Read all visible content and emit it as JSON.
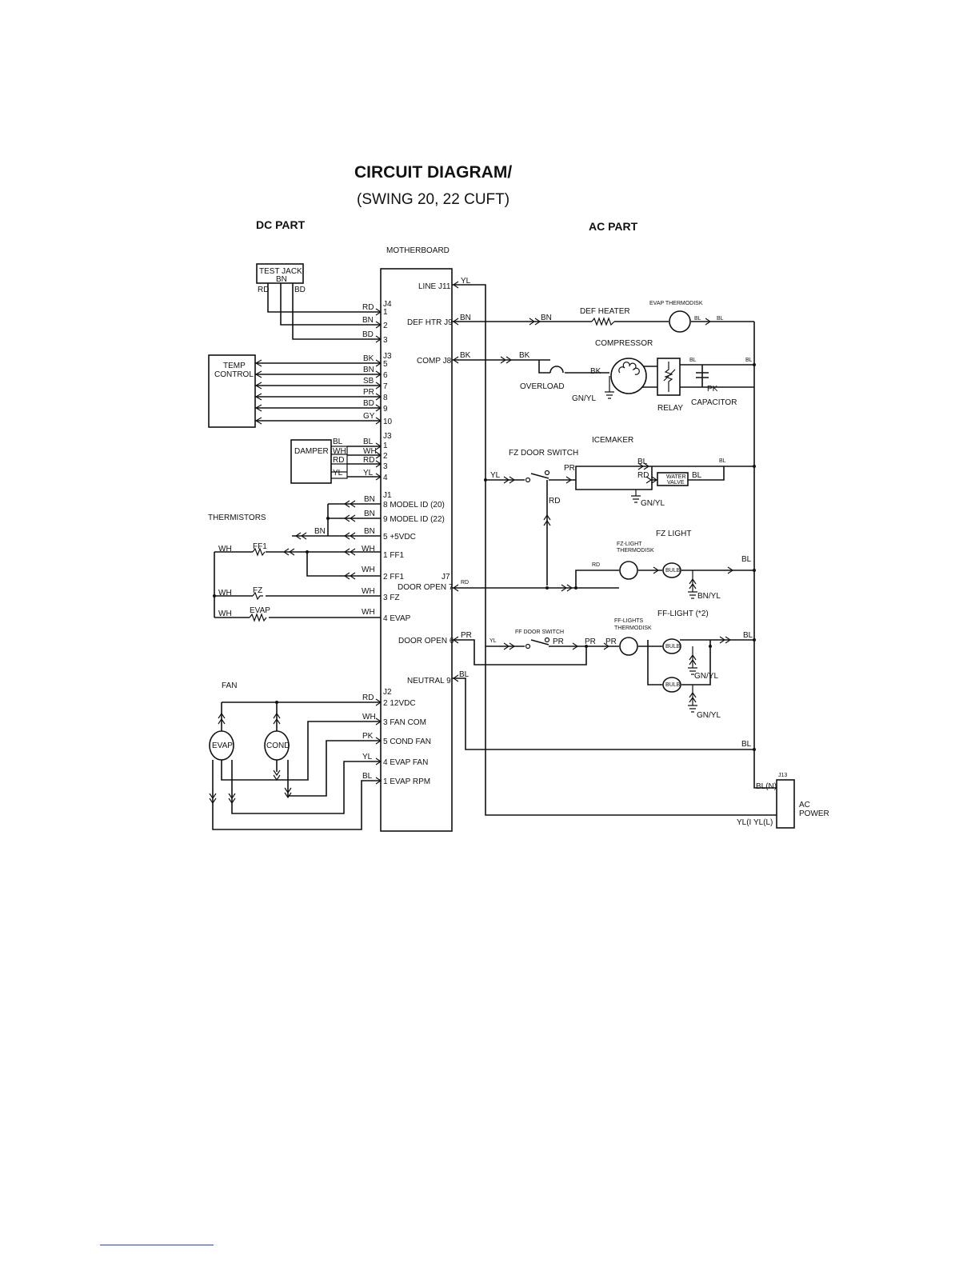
{
  "title": "CIRCUIT DIAGRAM/",
  "subtitle": "(SWING 20, 22 CUFT)",
  "sections": {
    "dc": "DC PART",
    "ac": "AC PART"
  },
  "motherboard": "MOTHERBOARD",
  "components": {
    "test_jack": "TEST JACK",
    "test_jack_sub": "BN",
    "temp_control_1": "TEMP",
    "temp_control_2": "CONTROL",
    "damper": "DAMPER",
    "thermistors": "THERMISTORS",
    "fan": "FAN",
    "evap_fan": "EVAP",
    "cond_fan": "COND",
    "def_heater": "DEF HEATER",
    "evap_thermodisk": "EVAP THERMODISK",
    "compressor": "COMPRESSOR",
    "overload": "OVERLOAD",
    "relay": "RELAY",
    "capacitor": "CAPACITOR",
    "icemaker": "ICEMAKER",
    "fz_door_switch": "FZ DOOR SWITCH",
    "water_valve_1": "WATER",
    "water_valve_2": "VALVE",
    "fz_light": "FZ LIGHT",
    "fz_light_thermodisk_1": "FZ-LIGHT",
    "fz_light_thermodisk_2": "THERMODISK",
    "ff_light": "FF-LIGHT (*2)",
    "ff_lights_thermodisk_1": "FF-LIGHTS",
    "ff_lights_thermodisk_2": "THERMODISK",
    "ff_door_switch": "FF DOOR SWITCH",
    "bulb": "BULB",
    "ac_power_1": "AC",
    "ac_power_2": "POWER",
    "j13": "J13",
    "bl_n": "BL(N)",
    "yl_l": "YL(I YL(L)",
    "ff1": "FF1",
    "fz": "FZ",
    "evap_th": "EVAP"
  },
  "pins": {
    "line_j11": "LINE J11",
    "def_htr_j9": "DEF HTR J9",
    "comp_j8": "COMP J8",
    "j7": "J7",
    "door_open_7": "DOOR OPEN 7",
    "door_open_6": "DOOR OPEN 6",
    "neutral_9": "NEUTRAL 9",
    "j4": "J4",
    "j3a": "J3",
    "j3b": "J3",
    "j1": "J1",
    "j2": "J2",
    "j4_pins": [
      "1",
      "2",
      "3"
    ],
    "j3a_pins": [
      "5",
      "6",
      "7",
      "8",
      "9",
      "10"
    ],
    "j3b_pins": [
      "1",
      "2",
      "3",
      "4"
    ],
    "j1_pins": [
      "8 MODEL ID (20)",
      "9 MODEL ID (22)",
      "5 +5VDC",
      "1 FF1",
      "2 FF1",
      "3 FZ",
      "4 EVAP"
    ],
    "j2_pins": [
      "2 12VDC",
      "3 FAN  COM",
      "5 COND FAN",
      "4 EVAP FAN",
      "1 EVAP RPM"
    ]
  },
  "wires": {
    "test_jack": [
      "RD",
      "BD"
    ],
    "j4": [
      "RD",
      "BN",
      "BD"
    ],
    "j3a": [
      "BK",
      "BN",
      "SB",
      "PR",
      "BD",
      "GY"
    ],
    "damper_left": [
      "BL",
      "WH",
      "RD",
      "YL"
    ],
    "damper_right": [
      "BL",
      "WH",
      "RD",
      "YL"
    ],
    "j1": [
      "BN",
      "BN",
      "BN",
      "WH",
      "WH",
      "WH",
      "WH"
    ],
    "thermistor_bn": "BN",
    "thermistor_wh": [
      "WH",
      "WH",
      "WH"
    ],
    "j2": [
      "RD",
      "WH",
      "PK",
      "YL",
      "BL"
    ],
    "line": "YL",
    "def_htr": [
      "BN",
      "BN",
      "BL",
      "BL"
    ],
    "comp": [
      "BK",
      "BK",
      "BK",
      "BL",
      "BL",
      "PK"
    ],
    "gn_yl": "GN/YL",
    "icemaker": [
      "YL",
      "PR",
      "BL",
      "RD",
      "BL",
      "BL",
      "RD"
    ],
    "door_open_7": "RD",
    "fz_light": [
      "RD",
      "BL",
      "BN/YL"
    ],
    "door_open_6": [
      "PR",
      "YL",
      "PR",
      "PR",
      "PR",
      "BL"
    ],
    "ff_gnd": [
      "GN/YL",
      "GN/YL"
    ],
    "neutral": "BL",
    "neutral_bus": "BL"
  }
}
